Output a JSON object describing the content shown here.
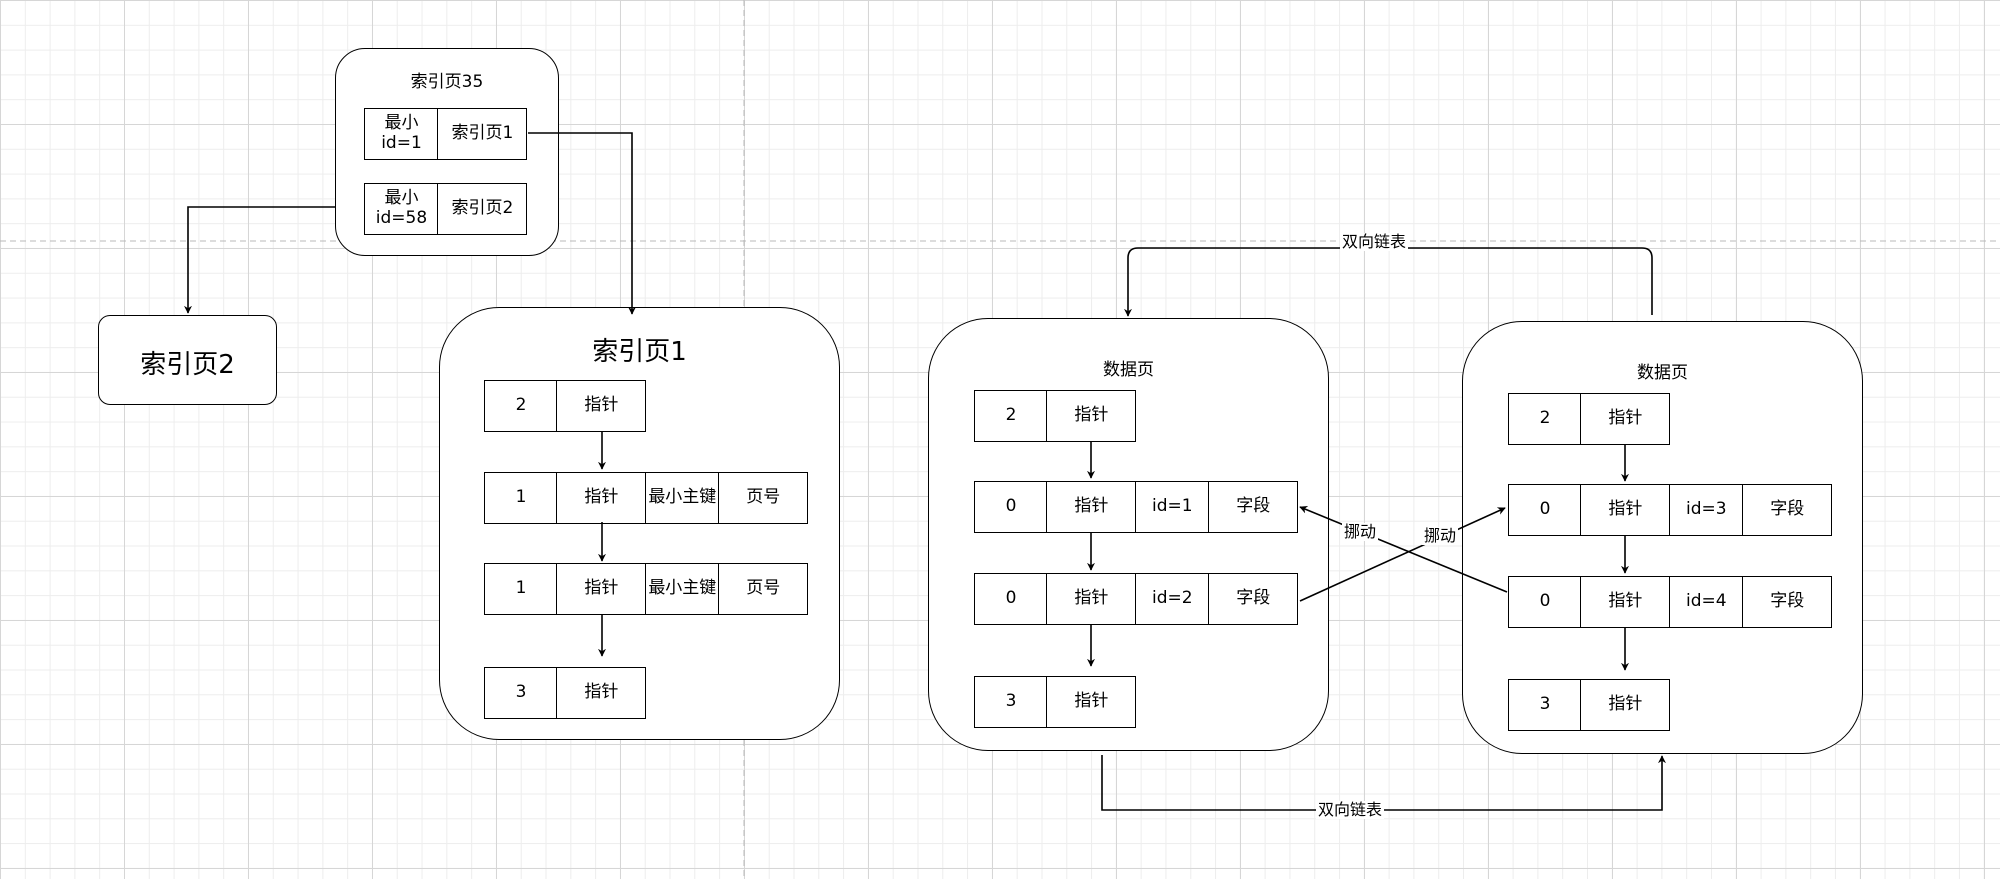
{
  "top_index": {
    "title": "索引页35",
    "rows": [
      {
        "min": "最小id=1",
        "ref": "索引页1"
      },
      {
        "min_line1": "最小",
        "min_line2": "id=58",
        "ref": "索引页2"
      }
    ]
  },
  "left_index": {
    "title": "索引页2"
  },
  "index_page1": {
    "title": "索引页1",
    "rows": [
      {
        "a": "2",
        "b": "指针"
      },
      {
        "a": "1",
        "b": "指针",
        "c": "最小主键",
        "d": "页号"
      },
      {
        "a": "1",
        "b": "指针",
        "c": "最小主键",
        "d": "页号"
      },
      {
        "a": "3",
        "b": "指针"
      }
    ]
  },
  "data_page_left": {
    "title": "数据页",
    "rows": [
      {
        "a": "2",
        "b": "指针"
      },
      {
        "a": "0",
        "b": "指针",
        "c": "id=1",
        "d": "字段"
      },
      {
        "a": "0",
        "b": "指针",
        "c": "id=2",
        "d": "字段"
      },
      {
        "a": "3",
        "b": "指针"
      }
    ]
  },
  "data_page_right": {
    "title": "数据页",
    "rows": [
      {
        "a": "2",
        "b": "指针"
      },
      {
        "a": "0",
        "b": "指针",
        "c": "id=3",
        "d": "字段"
      },
      {
        "a": "0",
        "b": "指针",
        "c": "id=4",
        "d": "字段"
      },
      {
        "a": "3",
        "b": "指针"
      }
    ]
  },
  "edges": {
    "link_top": "双向链表",
    "link_bottom": "双向链表",
    "move_left": "挪动",
    "move_right": "挪动"
  }
}
